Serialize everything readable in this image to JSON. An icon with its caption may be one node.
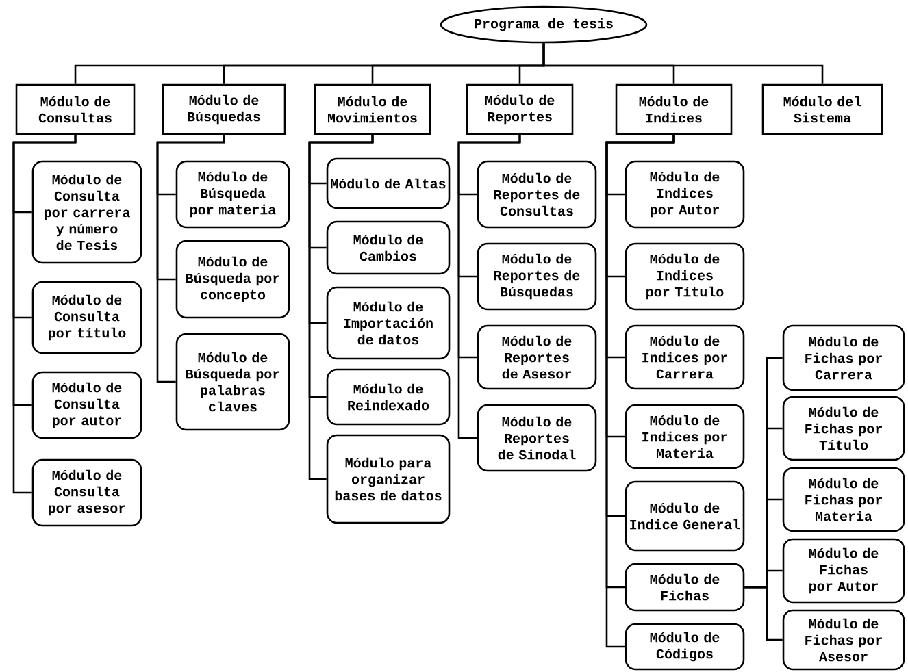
{
  "diagram": {
    "nodes": [
      {
        "text": [
          "Programa de tesis"
        ]
      },
      {
        "text": [
          "Módulo de Consultas"
        ]
      },
      {
        "text": [
          "Módulo de Búsquedas"
        ]
      },
      {
        "text": [
          "Módulo de Movimientos"
        ]
      },
      {
        "text": [
          "Módulo de Reportes"
        ]
      },
      {
        "text": [
          "Módulo de Indices"
        ]
      },
      {
        "text": [
          "Módulo del Sistema"
        ]
      },
      {
        "text": [
          "Módulo de Consulta por carrera y número de Tesis"
        ]
      },
      {
        "text": [
          "Módulo de Consulta por título"
        ]
      },
      {
        "text": [
          "Módulo de Consulta por autor"
        ]
      },
      {
        "text": [
          "Módulo de Consulta por asesor"
        ]
      },
      {
        "text": [
          "Módulo de Búsqueda por materia"
        ]
      },
      {
        "text": [
          "Módulo de Búsqueda por concepto"
        ]
      },
      {
        "text": [
          "Módulo de Búsqueda por palabras claves"
        ]
      },
      {
        "text": [
          "Módulo de Altas"
        ]
      },
      {
        "text": [
          "Módulo de Cambios"
        ]
      },
      {
        "text": [
          "Módulo de Importación de datos"
        ]
      },
      {
        "text": [
          "Módulo de Reindexado"
        ]
      },
      {
        "text": [
          "Módulo para organizar bases de datos"
        ]
      },
      {
        "text": [
          "Módulo de Reportes de Consultas"
        ]
      },
      {
        "text": [
          "Módulo de Reportes de Búsquedas"
        ]
      },
      {
        "text": [
          "Módulo de Reportes de Asesor"
        ]
      },
      {
        "text": [
          "Módulo de Reportes de Sinodal"
        ]
      },
      {
        "text": [
          "Módulo de Indices por Autor"
        ]
      },
      {
        "text": [
          "Módulo de Indices por Título"
        ]
      },
      {
        "text": [
          "Módulo de Indices por Carrera"
        ]
      },
      {
        "text": [
          "Módulo de Indices por Materia"
        ]
      },
      {
        "text": [
          "Módulo de Indice General"
        ]
      },
      {
        "text": [
          "Módulo de Fichas"
        ]
      },
      {
        "text": [
          "Módulo de Códigos"
        ]
      },
      {
        "text": [
          "Módulo de Fichas por Carrera"
        ]
      },
      {
        "text": [
          "Módulo de Fichas por Título"
        ]
      },
      {
        "text": [
          "Módulo de Fichas por Materia"
        ]
      },
      {
        "text": [
          "Módulo de Fichas por Autor"
        ]
      },
      {
        "text": [
          "Módulo de Fichas por Asesor"
        ]
      }
    ],
    "edges": [
      {
        "from": 0,
        "to": 1,
        "arrow": "none"
      },
      {
        "from": 0,
        "to": 2,
        "arrow": "none"
      },
      {
        "from": 0,
        "to": 3,
        "arrow": "none"
      },
      {
        "from": 0,
        "to": 4,
        "arrow": "none"
      },
      {
        "from": 0,
        "to": 5,
        "arrow": "none"
      },
      {
        "from": 0,
        "to": 6,
        "arrow": "none"
      },
      {
        "from": 1,
        "to": 7,
        "arrow": "none"
      },
      {
        "from": 1,
        "to": 8,
        "arrow": "none"
      },
      {
        "from": 1,
        "to": 9,
        "arrow": "none"
      },
      {
        "from": 1,
        "to": 10,
        "arrow": "none"
      },
      {
        "from": 2,
        "to": 11,
        "arrow": "none"
      },
      {
        "from": 2,
        "to": 12,
        "arrow": "none"
      },
      {
        "from": 2,
        "to": 13,
        "arrow": "none"
      },
      {
        "from": 3,
        "to": 14,
        "arrow": "none"
      },
      {
        "from": 3,
        "to": 15,
        "arrow": "none"
      },
      {
        "from": 3,
        "to": 16,
        "arrow": "none"
      },
      {
        "from": 3,
        "to": 17,
        "arrow": "none"
      },
      {
        "from": 3,
        "to": 18,
        "arrow": "none"
      },
      {
        "from": 4,
        "to": 19,
        "arrow": "none"
      },
      {
        "from": 4,
        "to": 20,
        "arrow": "none"
      },
      {
        "from": 4,
        "to": 21,
        "arrow": "none"
      },
      {
        "from": 4,
        "to": 22,
        "arrow": "none"
      },
      {
        "from": 5,
        "to": 23,
        "arrow": "none"
      },
      {
        "from": 5,
        "to": 24,
        "arrow": "none"
      },
      {
        "from": 5,
        "to": 25,
        "arrow": "none"
      },
      {
        "from": 5,
        "to": 26,
        "arrow": "none"
      },
      {
        "from": 5,
        "to": 27,
        "arrow": "none"
      },
      {
        "from": 5,
        "to": 28,
        "arrow": "none"
      },
      {
        "from": 5,
        "to": 29,
        "arrow": "none"
      },
      {
        "from": 28,
        "to": 30,
        "arrow": "none"
      },
      {
        "from": 28,
        "to": 31,
        "arrow": "none"
      },
      {
        "from": 28,
        "to": 32,
        "arrow": "none"
      },
      {
        "from": 28,
        "to": 33,
        "arrow": "none"
      },
      {
        "from": 28,
        "to": 34,
        "arrow": "none"
      }
    ]
  }
}
